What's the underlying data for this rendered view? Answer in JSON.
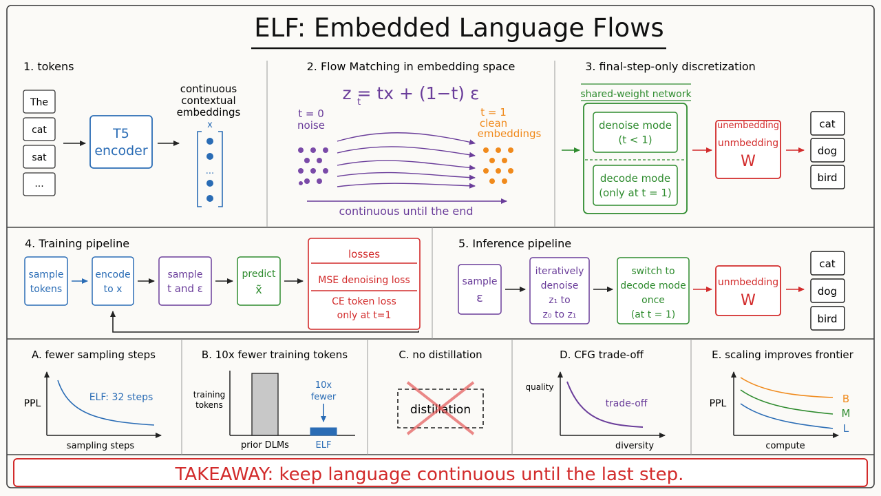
{
  "title": "ELF: Embedded Language Flows",
  "colors": {
    "blue": "#2a6cb5",
    "purple": "#6a3d9a",
    "green": "#2e8b2e",
    "red": "#d22b2b",
    "orange": "#f08a1c",
    "ink": "#222222"
  },
  "panel1": {
    "heading": "1. tokens",
    "tokens": [
      "The",
      "cat",
      "sat",
      "..."
    ],
    "encoder": [
      "T5",
      "encoder"
    ],
    "emb_label": [
      "continuous",
      "contextual",
      "embeddings"
    ],
    "x_label": "x",
    "dots": "..."
  },
  "panel2": {
    "heading": "2. Flow Matching in embedding space",
    "equation": "z = tx + (1−t) ε",
    "eq_sub": "t",
    "noise_label": [
      "t = 0",
      "noise"
    ],
    "clean_label": [
      "t = 1",
      "clean",
      "embeddings"
    ],
    "axis_label": "continuous until the end"
  },
  "panel3": {
    "heading": "3. final-step-only discretization",
    "shared_label": "shared-weight network",
    "denoise": [
      "denoise mode",
      "(t < 1)"
    ],
    "decode": [
      "decode mode",
      "(only at t = 1)"
    ],
    "unemb_top": "unembedding",
    "unemb_mid": "unmbedding",
    "unemb_w": "W",
    "outputs": [
      "cat",
      "dog",
      "bird"
    ]
  },
  "panel4": {
    "heading": "4. Training pipeline",
    "sample": [
      "sample",
      "tokens"
    ],
    "encode": [
      "encode",
      "to x"
    ],
    "sample_t": [
      "sample",
      "t and ε"
    ],
    "predict": [
      "predict",
      "x̃"
    ],
    "losses_title": "losses",
    "mse": "MSE denoising loss",
    "ce": [
      "CE token loss",
      "only at t=1"
    ]
  },
  "panel5": {
    "heading": "5. Inference pipeline",
    "sample": [
      "sample",
      "ε"
    ],
    "iter": [
      "iteratively",
      "denoise",
      "z₁ to",
      "z₀ to z₁"
    ],
    "switch": [
      "switch to",
      "decode mode",
      "once",
      "(at t = 1)"
    ],
    "unemb": "unmbedding",
    "unemb_w": "W",
    "outputs": [
      "cat",
      "dog",
      "bird"
    ]
  },
  "panelA": {
    "heading": "A. fewer sampling steps",
    "ylabel": "PPL",
    "xlabel": "sampling steps",
    "annotation": "ELF: 32 steps"
  },
  "panelB": {
    "heading": "B. 10x fewer training tokens",
    "ylabel": [
      "training",
      "tokens"
    ],
    "categories": [
      "prior DLMs",
      "ELF"
    ],
    "annotation": [
      "10x",
      "fewer"
    ]
  },
  "panelC": {
    "heading": "C. no distillation",
    "box": "distillation"
  },
  "panelD": {
    "heading": "D. CFG trade-off",
    "ylabel": "quality",
    "xlabel": "diversity",
    "annotation": "trade-off"
  },
  "panelE": {
    "heading": "E. scaling improves frontier",
    "ylabel": "PPL",
    "xlabel": "compute",
    "series": [
      "B",
      "M",
      "L"
    ]
  },
  "takeaway": "TAKEAWAY: keep language continuous until the last step."
}
